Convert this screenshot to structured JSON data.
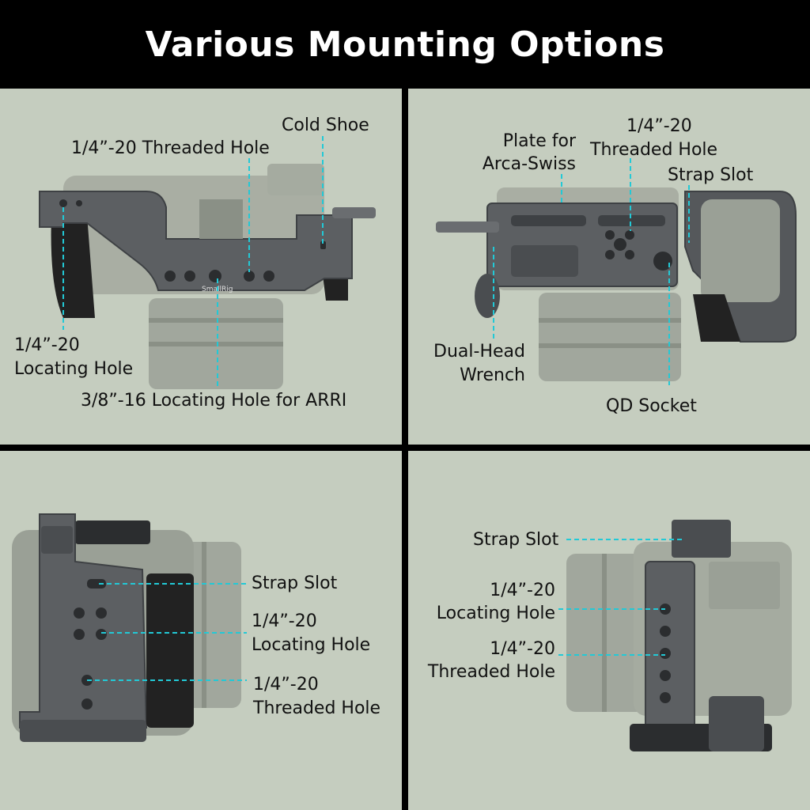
{
  "title": "Various Mounting Options",
  "colors": {
    "background": "#c5cdbf",
    "header": "#000000",
    "callout_line": "#22c9d6",
    "cage": "#5c5f62"
  },
  "brand": "SmallRig",
  "panels": {
    "top_left": {
      "labels": {
        "cold_shoe": "Cold Shoe",
        "threaded_hole": "1/4”-20 Threaded Hole",
        "locating_hole_1": "1/4”-20",
        "locating_hole_2": "Locating Hole",
        "arri": "3/8”-16 Locating Hole for ARRI"
      }
    },
    "top_right": {
      "labels": {
        "plate_1": "Plate for",
        "plate_2": "Arca-Swiss",
        "threaded_1": "1/4”-20",
        "threaded_2": "Threaded Hole",
        "strap_slot": "Strap Slot",
        "wrench_1": "Dual-Head",
        "wrench_2": "Wrench",
        "qd_socket": "QD Socket"
      }
    },
    "bottom_left": {
      "labels": {
        "strap_slot": "Strap Slot",
        "locating_1": "1/4”-20",
        "locating_2": "Locating Hole",
        "threaded_1": "1/4”-20",
        "threaded_2": "Threaded Hole"
      }
    },
    "bottom_right": {
      "labels": {
        "strap_slot": "Strap Slot",
        "locating_1": "1/4”-20",
        "locating_2": "Locating Hole",
        "threaded_1": "1/4”-20",
        "threaded_2": "Threaded Hole"
      }
    }
  }
}
